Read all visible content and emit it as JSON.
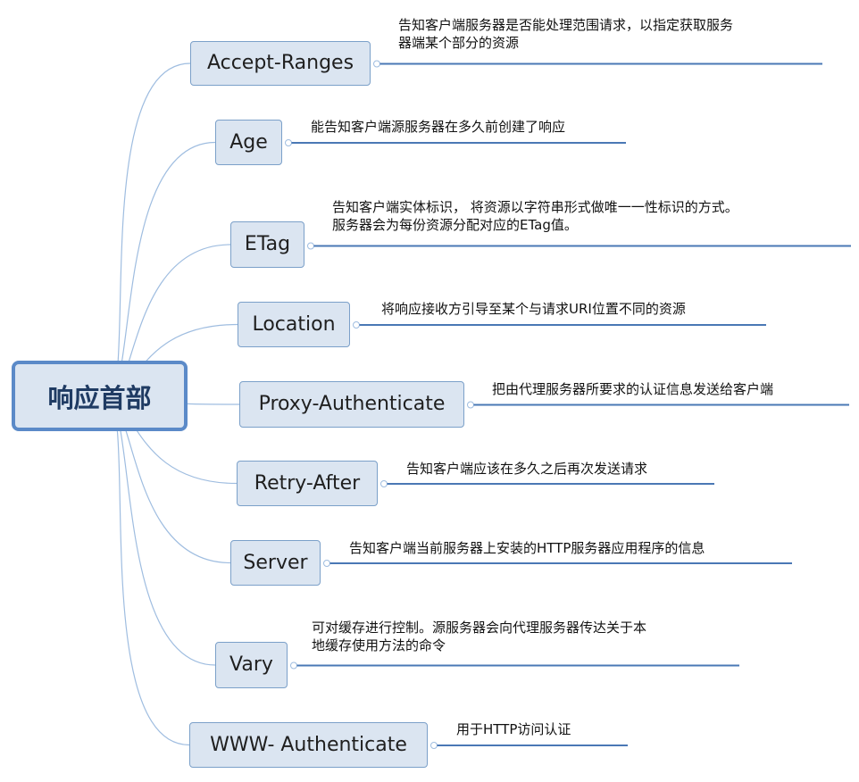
{
  "diagram": {
    "root_label": "响应首部",
    "nodes": [
      {
        "label": "Accept-Ranges",
        "description": [
          "告知客户端服务器是否能处理范围请求，以指定获取服务",
          "器端某个部分的资源"
        ]
      },
      {
        "label": "Age",
        "description": [
          "能告知客户端源服务器在多久前创建了响应"
        ]
      },
      {
        "label": "ETag",
        "description": [
          "告知客户端实体标识， 将资源以字符串形式做唯一一性标识的方式。",
          "服务器会为每份资源分配对应的ETag值。"
        ]
      },
      {
        "label": "Location",
        "description": [
          "将响应接收方引导至某个与请求URI位置不同的资源"
        ]
      },
      {
        "label": "Proxy-Authenticate",
        "description": [
          "把由代理服务器所要求的认证信息发送给客户端"
        ]
      },
      {
        "label": "Retry-After",
        "description": [
          "告知客户端应该在多久之后再次发送请求"
        ]
      },
      {
        "label": "Server",
        "description": [
          "告知客户端当前服务器上安装的HTTP服务器应用程序的信息"
        ]
      },
      {
        "label": "Vary",
        "description": [
          "可对缓存进行控制。源服务器会向代理服务器传达关于本",
          "地缓存使用方法的命令"
        ]
      },
      {
        "label": "WWW- Authenticate",
        "description": [
          "用于HTTP访问认证"
        ]
      }
    ],
    "colors": {
      "node_fill": "#dbe5f1",
      "node_border": "#7ba0c9",
      "root_border": "#5b8ac8",
      "connector": "#9fbde0",
      "underline": "#4a78b5"
    }
  }
}
